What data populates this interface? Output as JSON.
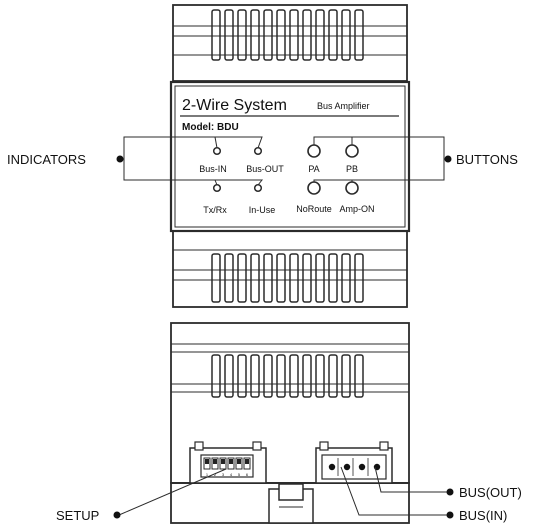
{
  "front_panel": {
    "system_title": "2-Wire System",
    "product_type": "Bus Amplifier",
    "model": "Model: BDU",
    "indicators": [
      "Bus-IN",
      "Bus-OUT",
      "Tx/Rx",
      "In-Use"
    ],
    "buttons": [
      "PA",
      "PB",
      "NoRoute",
      "Amp-ON"
    ]
  },
  "callouts": {
    "indicators": "INDICATORS",
    "buttons": "BUTTONS",
    "setup": "SETUP",
    "bus_out": "BUS(OUT)",
    "bus_in": "BUS(IN)"
  },
  "dip_switch_numbers": [
    "1",
    "2",
    "3",
    "4",
    "5",
    "6"
  ],
  "colors": {
    "line": "#2b2b2b",
    "background": "#ffffff"
  }
}
